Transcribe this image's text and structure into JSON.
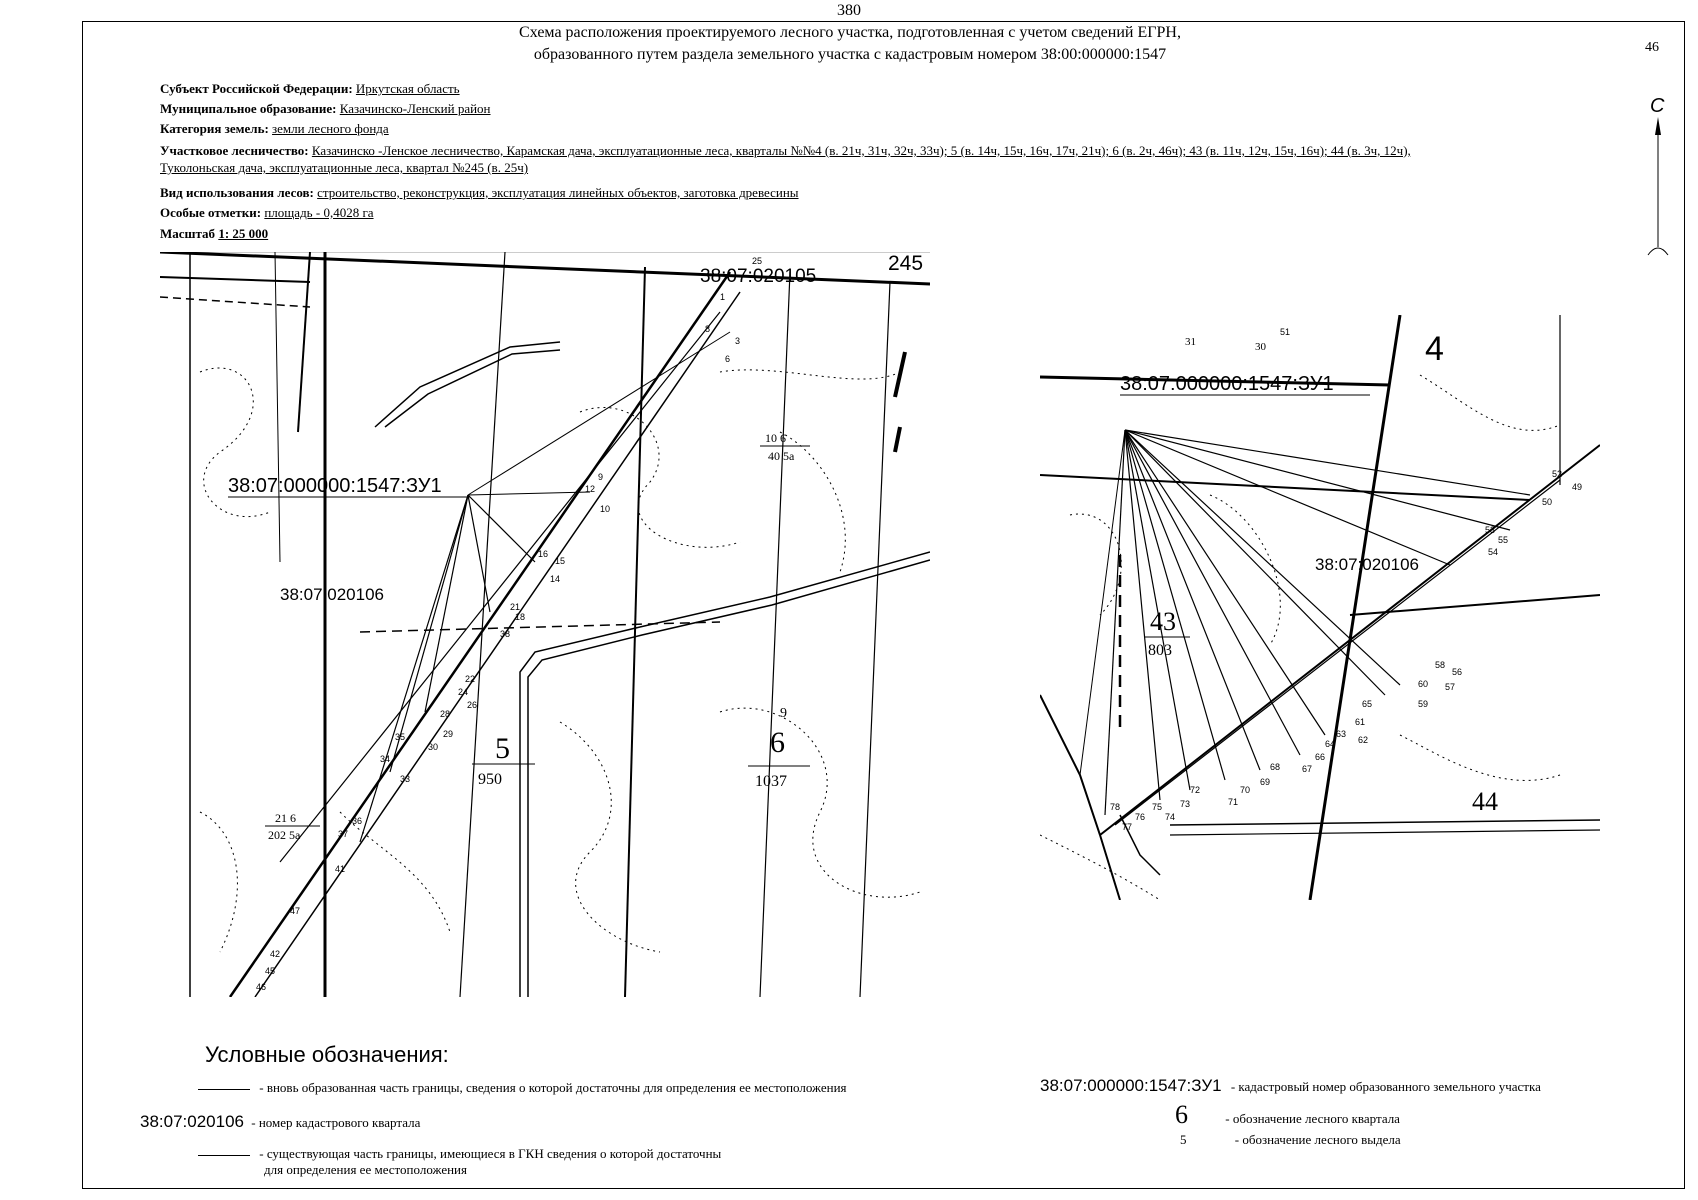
{
  "page_number_top": "380",
  "page_number_right": "46",
  "title_line1": "Схема расположения проектируемого лесного участка, подготовленная с учетом сведений ЕГРН,",
  "title_line2": "образованного путем раздела земельного участка с кадастровым номером 38:00:000000:1547",
  "meta": {
    "subject_label": "Субъект Российской Федерации:",
    "subject_value": "Иркутская область",
    "municipality_label": "Муниципальное образование:",
    "municipality_value": "Казачинско-Ленский район",
    "category_label": "Категория земель:",
    "category_value": "земли лесного фонда",
    "forestry_label": "Участковое лесничество:",
    "forestry_value_1": "Казачинско -Ленское лесничество, Карамская дача, эксплуатационные леса, кварталы №№4 (в. 21ч, 31ч, 32ч, 33ч); 5 (в. 14ч, 15ч, 16ч, 17ч, 21ч); 6 (в. 2ч, 46ч); 43 (в. 11ч, 12ч, 15ч, 16ч); 44 (в. 3ч, 12ч),",
    "forestry_value_2": "Туколоньская дача, эксплуатационные леса, квартал №245 (в. 25ч)",
    "use_label": "Вид использования лесов:",
    "use_value": "строительство, реконструкция, эксплуатация линейных объектов, заготовка древесины",
    "notes_label": "Особые отметки:",
    "notes_value": "площадь -  0,4028 га",
    "scale_label": "Масштаб",
    "scale_value": "1: 25 000"
  },
  "north_letter": "С",
  "map_left": {
    "cadastral_top": "38:07:020105",
    "kvartal_top": "245",
    "parcel_label": "38:07:000000:1547:ЗУ1",
    "cadastral_mid": "38:07:020106",
    "kvartal_5": "5",
    "kvartal_5_area": "950",
    "kvartal_6": "6",
    "kvartal_6_area": "1037",
    "vydel_9": "9",
    "plot_a": "10  6",
    "plot_a2": "40  5а",
    "plot_b": "21  6",
    "plot_b2": "202  5а",
    "points": [
      "8",
      "1",
      "3",
      "6",
      "9",
      "10",
      "12",
      "16",
      "15",
      "14",
      "18",
      "21",
      "22",
      "24",
      "26",
      "28",
      "29",
      "30",
      "33",
      "34",
      "35",
      "36",
      "37",
      "38",
      "41",
      "42",
      "45",
      "46",
      "47",
      "25"
    ]
  },
  "map_right": {
    "kvartal_4": "4",
    "parcel_label": "38:07:000000:1547:ЗУ1",
    "cadastral_mid": "38:07:020106",
    "kvartal_43": "43",
    "kvartal_43_area": "803",
    "kvartal_44": "44",
    "vydel_30": "30",
    "vydel_31": "31",
    "points": [
      "49",
      "50",
      "51",
      "52",
      "53",
      "54",
      "55",
      "56",
      "57",
      "58",
      "59",
      "60",
      "61",
      "62",
      "63",
      "64",
      "65",
      "66",
      "67",
      "68",
      "69",
      "70",
      "71",
      "72",
      "73",
      "74",
      "75",
      "76",
      "77",
      "78"
    ]
  },
  "legend": {
    "title": "Условные обозначения:",
    "item1_text": "- вновь образованная часть границы, сведения о которой достаточны для определения ее местоположения",
    "item2_code": "38:07:020106",
    "item2_text": "-  номер кадастрового квартала",
    "item3_text": "- существующая часть границы, имеющиеся в ГКН сведения о которой достаточны",
    "item3_text2": "для определения ее местоположения",
    "item4_code": "38:07:000000:1547:ЗУ1",
    "item4_text": "- кадастровый номер образованного земельного участка",
    "item5_code": "6",
    "item5_text": "- обозначение лесного квартала",
    "item6_code": "5",
    "item6_text": "- обозначение лесного выдела"
  }
}
